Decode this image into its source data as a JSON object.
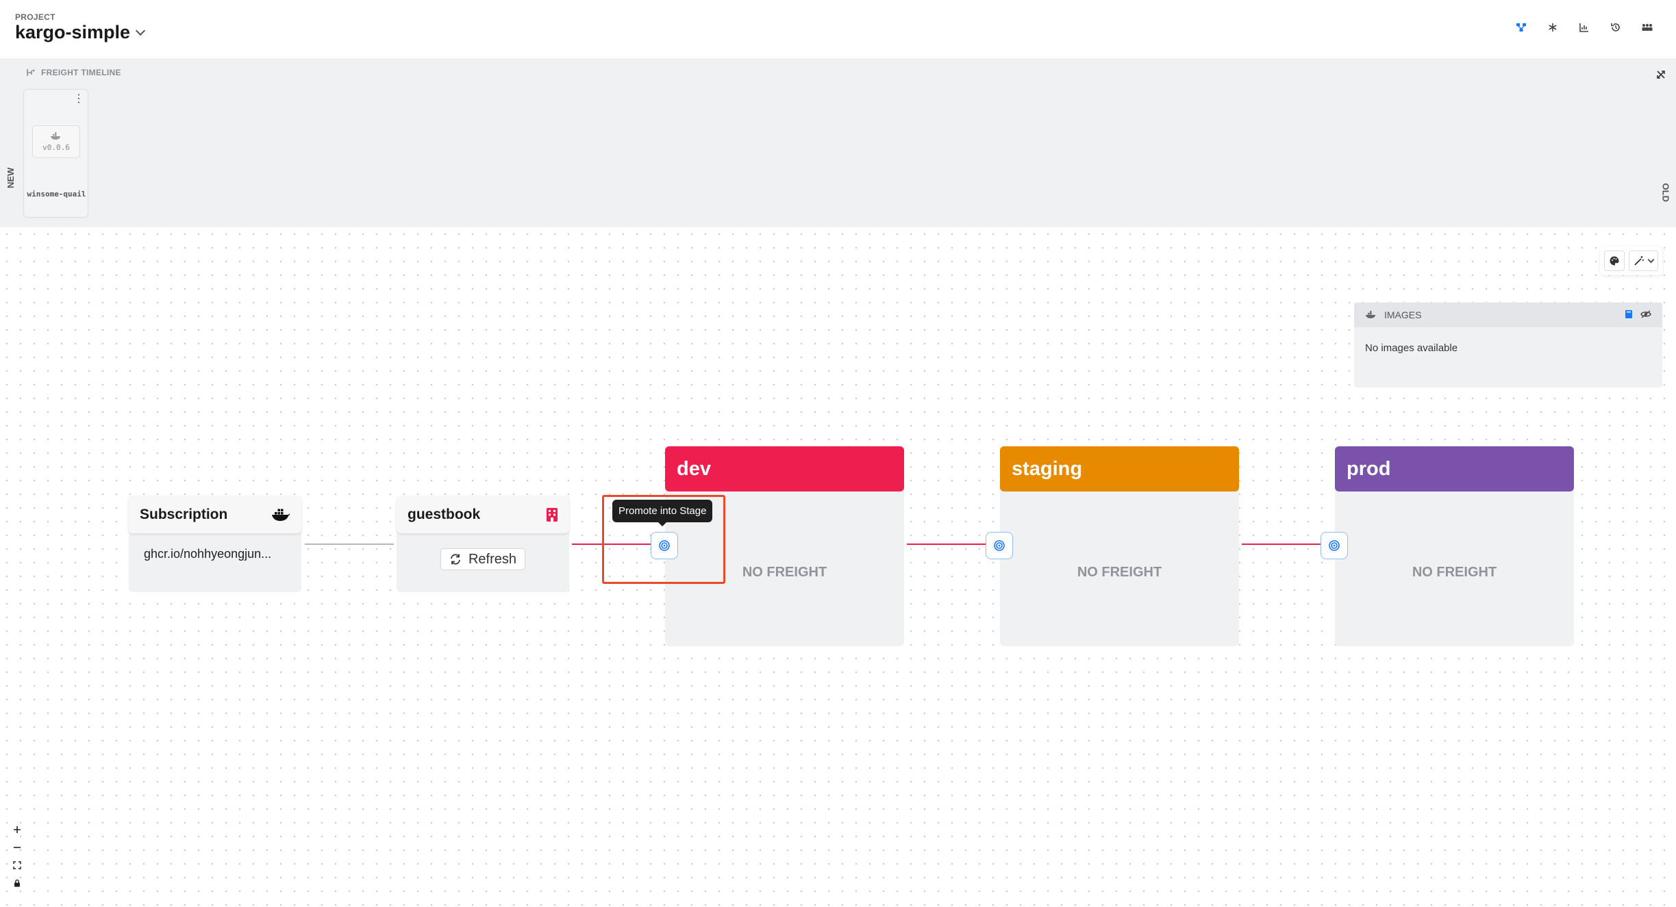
{
  "header": {
    "project_label": "PROJECT",
    "project_name": "kargo-simple",
    "toolbar_icons": [
      "pipeline-icon",
      "asterisk-icon",
      "chart-icon",
      "history-icon",
      "users-icon"
    ]
  },
  "timeline": {
    "title": "FREIGHT TIMELINE",
    "new_label": "NEW",
    "old_label": "OLD",
    "freight": [
      {
        "version": "v0.0.6",
        "name": "winsome-quail"
      }
    ]
  },
  "canvas": {
    "images_panel": {
      "title": "IMAGES",
      "empty_text": "No images available"
    },
    "subscription": {
      "title": "Subscription",
      "repo": "ghcr.io/nohhyeongjun..."
    },
    "warehouse": {
      "title": "guestbook",
      "refresh_label": "Refresh"
    },
    "stages": [
      {
        "name": "dev",
        "color": "#ee1f4f",
        "status": "NO FREIGHT"
      },
      {
        "name": "staging",
        "color": "#e88a00",
        "status": "NO FREIGHT"
      },
      {
        "name": "prod",
        "color": "#7b52ab",
        "status": "NO FREIGHT"
      }
    ],
    "tooltip": "Promote into Stage",
    "colors": {
      "edge_active": "#ee1f4f",
      "edge_neutral": "#b5b6ba",
      "promote_accent": "#1677ff",
      "highlight": "#ea4a2a"
    }
  }
}
